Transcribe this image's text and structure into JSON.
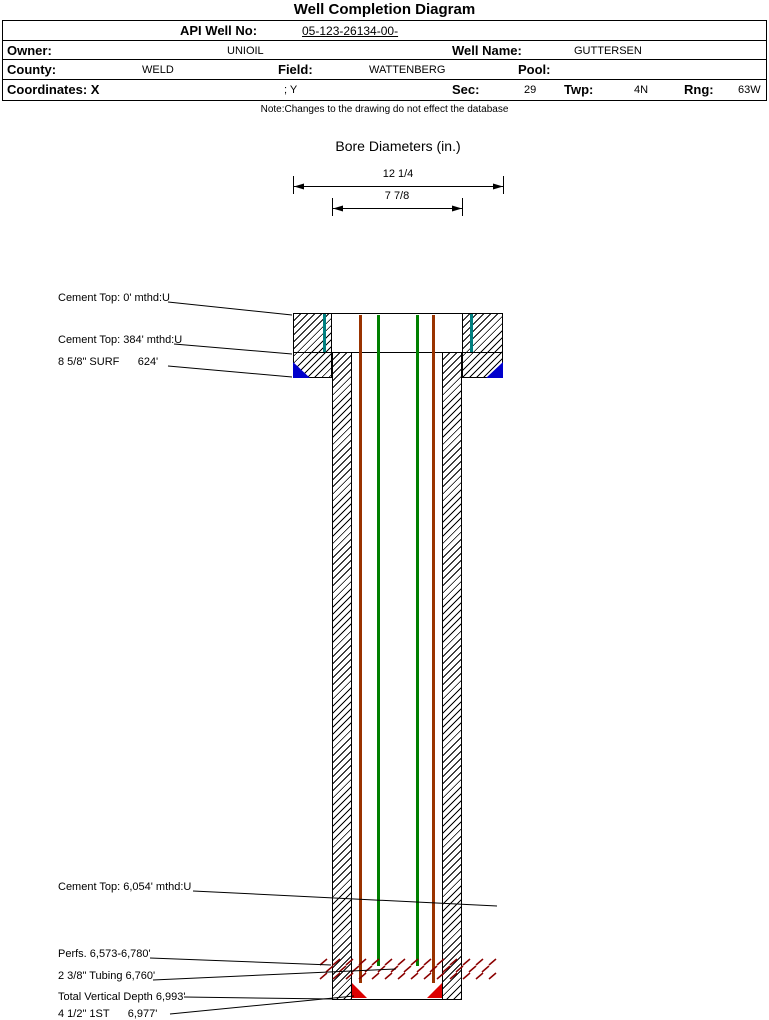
{
  "page_title": "Well Completion Diagram",
  "header": {
    "api_label": "API Well No:",
    "api_value": "05-123-26134-00-",
    "owner_label": "Owner:",
    "owner_value": "UNIOIL",
    "well_name_label": "Well Name:",
    "well_name_value": "GUTTERSEN",
    "county_label": "County:",
    "county_value": "WELD",
    "field_label": "Field:",
    "field_value": "WATTENBERG",
    "pool_label": "Pool:",
    "pool_value": "",
    "coordinates_label": "Coordinates: X",
    "coordinates_y_label": "; Y",
    "sec_label": "Sec:",
    "sec_value": "29",
    "twp_label": "Twp:",
    "twp_value": "4N",
    "rng_label": "Rng:",
    "rng_value": "63W"
  },
  "note": "Note:Changes to the drawing do not effect the database",
  "bore_section": {
    "title": "Bore Diameters (in.)",
    "outer_diameter": "12 1/4",
    "inner_diameter": "7 7/8"
  },
  "annotations": {
    "cement_top_surface": "Cement Top: 0' mthd:U",
    "cement_top_384": "Cement Top: 384' mthd:U",
    "surface_casing": "8 5/8\" SURF      624'",
    "cement_top_6054": "Cement Top: 6,054' mthd:U",
    "perforations": "Perfs. 6,573-6,780'",
    "tubing": "2 3/8\" Tubing 6,760'",
    "total_vertical_depth": "Total Vertical Depth 6,993'",
    "production_casing": "4 1/2\" 1ST      6,977'"
  },
  "diagram": {
    "colors": {
      "surface_casing_line": "#008080",
      "production_casing_line": "#993300",
      "tubing_line": "#008000",
      "shoe_surface": "#0000CC",
      "shoe_production": "#DD0000",
      "perforation_marks": "#8B0000"
    }
  }
}
